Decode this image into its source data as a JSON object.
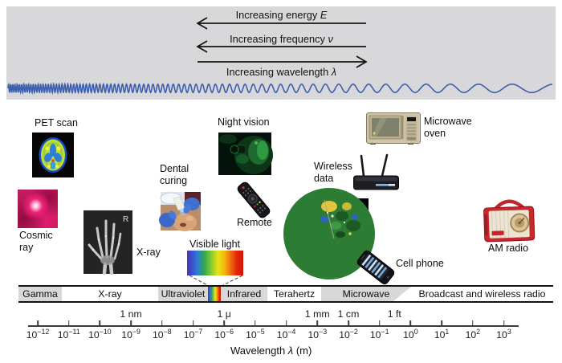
{
  "header": {
    "arrows": [
      {
        "text": "Increasing energy",
        "symbol": "E",
        "direction": "left"
      },
      {
        "text": "Increasing frequency",
        "symbol": "ν",
        "direction": "left"
      },
      {
        "text": "Increasing wavelength",
        "symbol": "λ",
        "direction": "right"
      }
    ]
  },
  "applications": {
    "pet_scan": "PET scan",
    "cosmic_ray": "Cosmic ray",
    "xray": "X-ray",
    "dental_curing": "Dental curing",
    "night_vision": "Night vision",
    "remote": "Remote",
    "visible_light": "Visible light",
    "radar": "Radar",
    "wireless_data": "Wireless data",
    "microwave_oven": "Microwave oven",
    "cell_phone": "Cell phone",
    "am_radio": "AM radio"
  },
  "spectrum_bands": [
    {
      "name": "Gamma",
      "shaded": true
    },
    {
      "name": "X-ray",
      "shaded": false
    },
    {
      "name": "Ultraviolet",
      "shaded": true
    },
    {
      "name": "",
      "shaded": "rainbow"
    },
    {
      "name": "Infrared",
      "shaded": true
    },
    {
      "name": "Terahertz",
      "shaded": false
    },
    {
      "name": "Microwave",
      "shaded": true
    },
    {
      "name": "Broadcast and wireless radio",
      "shaded": false
    }
  ],
  "axis": {
    "base": 10,
    "exponents": [
      -12,
      -11,
      -10,
      -9,
      -8,
      -7,
      -6,
      -5,
      -4,
      -3,
      -2,
      -1,
      0,
      1,
      2,
      3
    ],
    "unit_markers": [
      {
        "label": "1 nm",
        "exp": -9
      },
      {
        "label": "1 μ",
        "exp": -6
      },
      {
        "label": "1 mm",
        "exp": -3
      },
      {
        "label": "1 cm",
        "exp": -2
      },
      {
        "label": "1 ft",
        "exp": -0.52
      }
    ],
    "title_text": "Wavelength",
    "title_symbol": "λ",
    "title_unit": "(m)"
  },
  "colors": {
    "panel_bg": "#d8d8da",
    "wave": "#3e5fae",
    "band_shade": "#d8d8d8",
    "ink": "#141414"
  }
}
